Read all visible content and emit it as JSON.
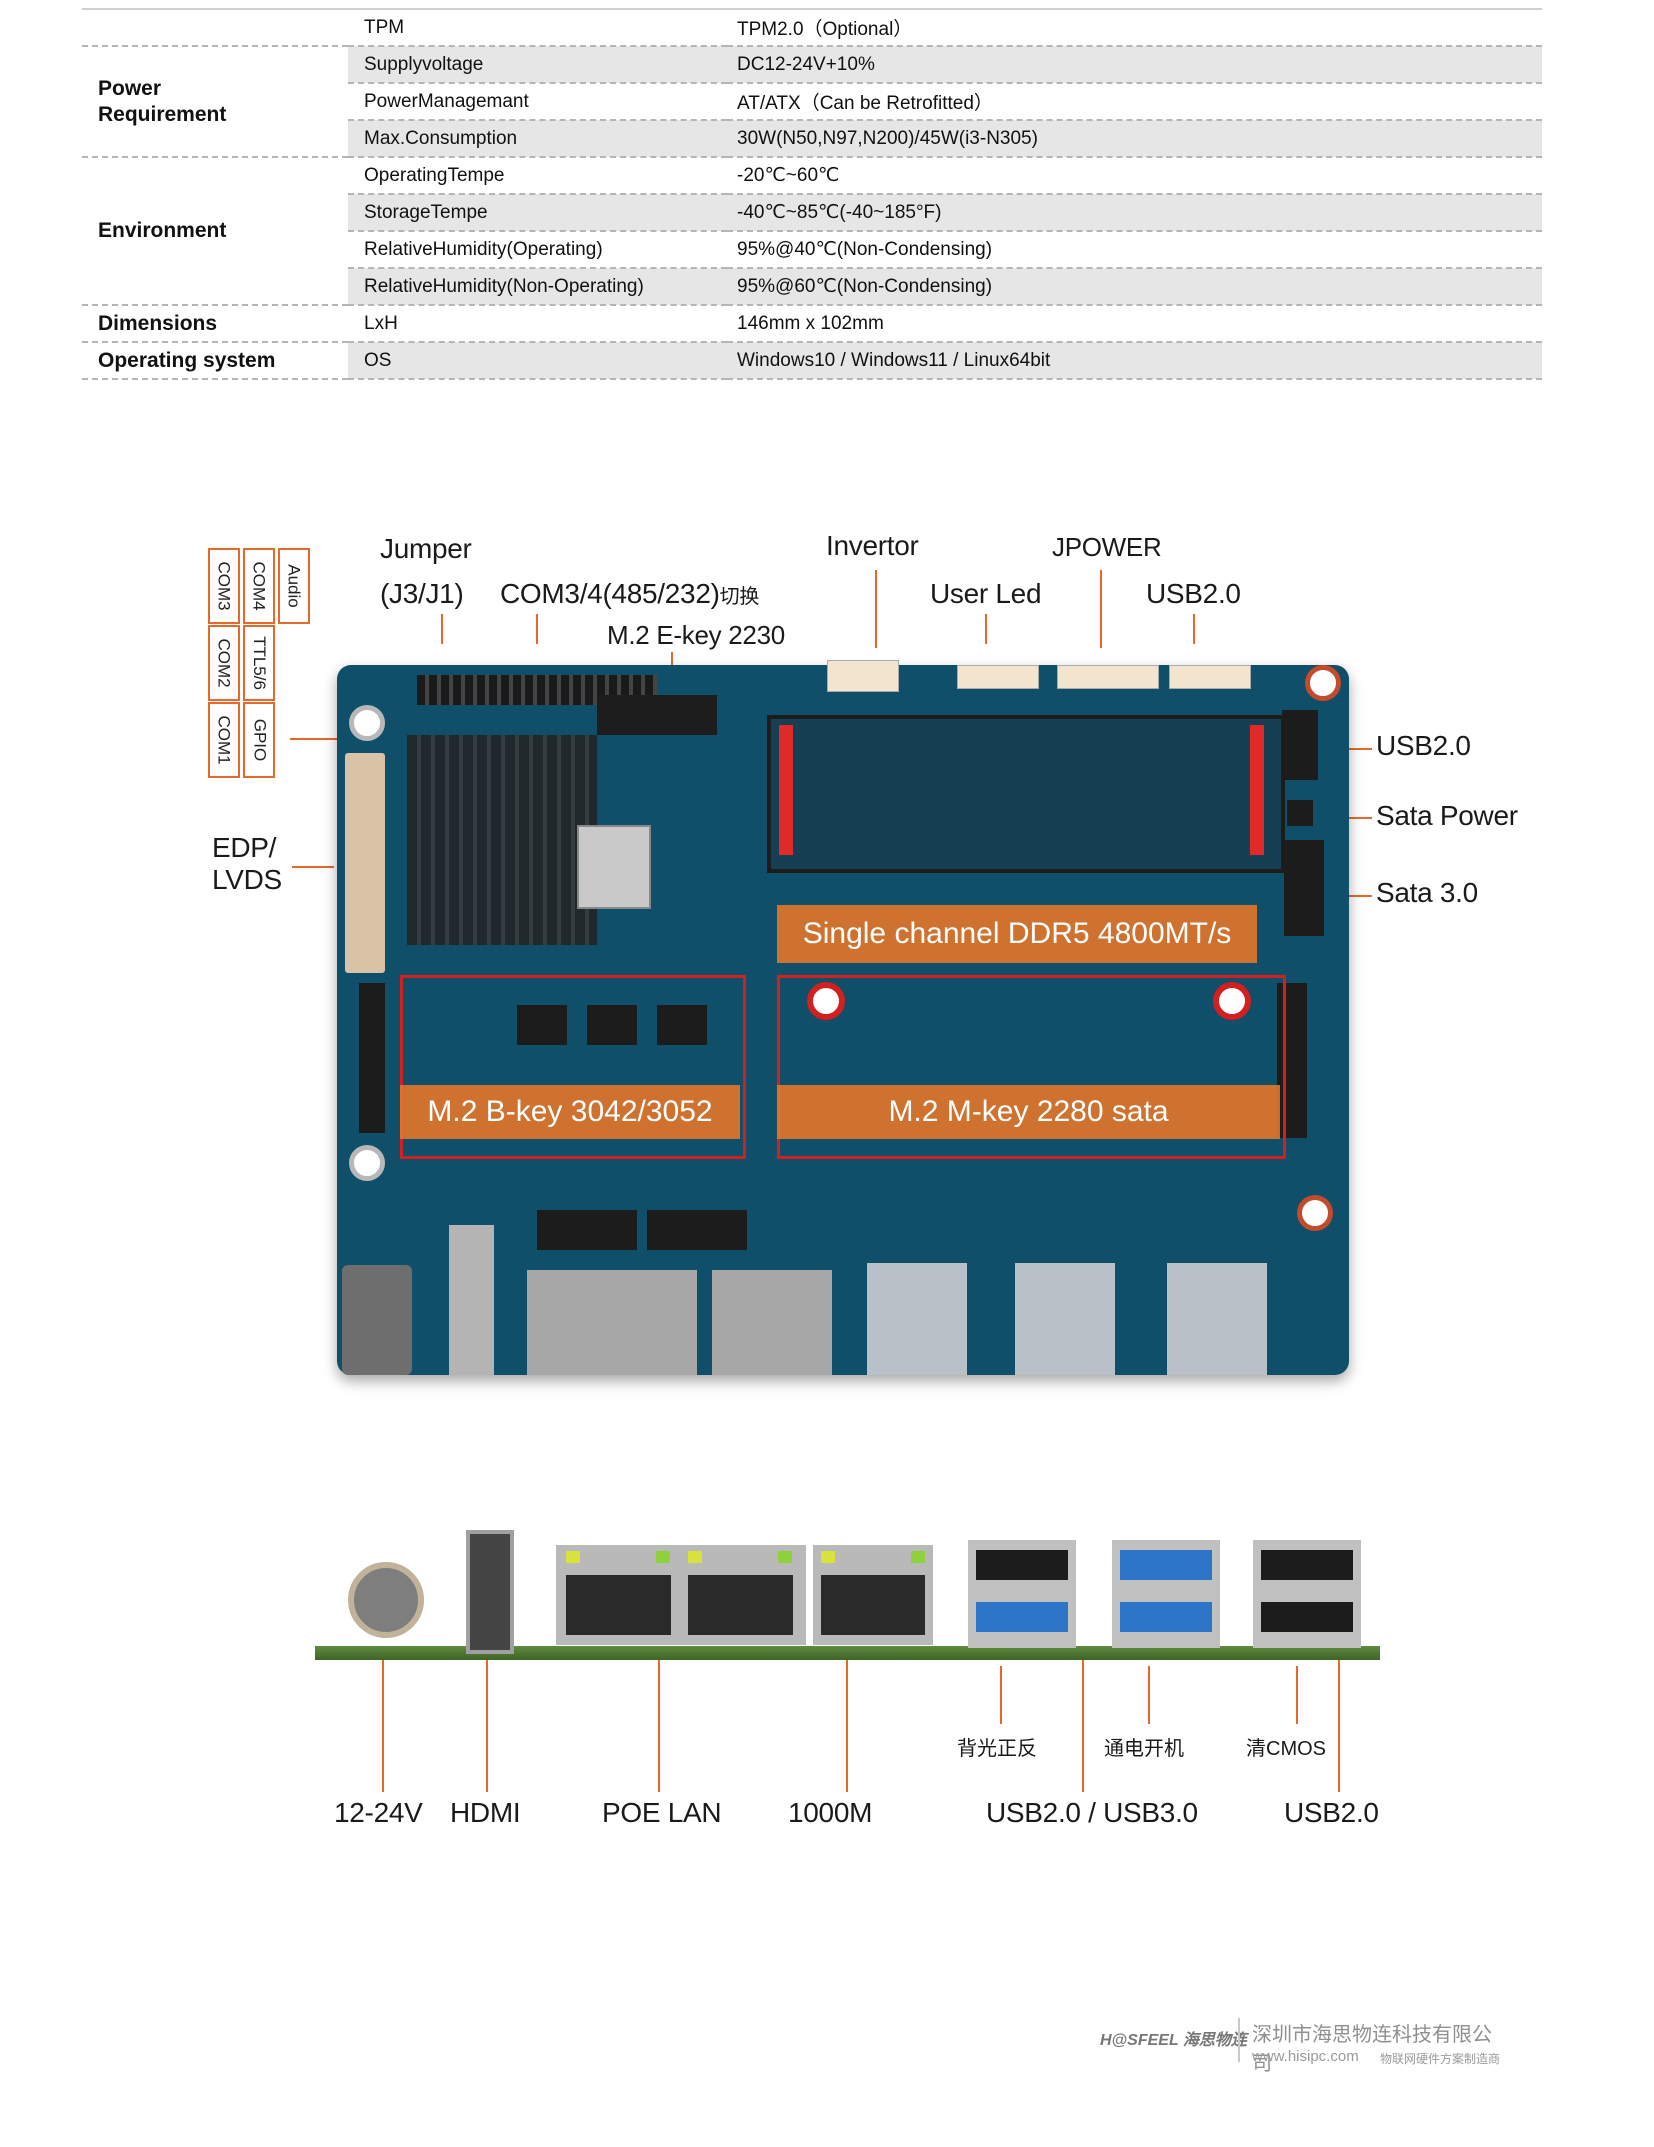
{
  "spec_rows": [
    {
      "category": "",
      "label": "TPM",
      "value": "TPM2.0（Optional）",
      "alt": false
    },
    {
      "category": "Power\nRequirement",
      "label": "Supplyvoltage",
      "value": "DC12-24V+10%",
      "alt": true,
      "span": 3
    },
    {
      "category": null,
      "label": "PowerManagemant",
      "value": "AT/ATX（Can be Retrofitted）",
      "alt": false
    },
    {
      "category": null,
      "label": "Max.Consumption",
      "value": "30W(N50,N97,N200)/45W(i3-N305)",
      "alt": true
    },
    {
      "category": "Environment",
      "label": "OperatingTempe",
      "value": "-20℃~60℃",
      "alt": false,
      "span": 4
    },
    {
      "category": null,
      "label": "StorageTempe",
      "value": "-40℃~85℃(-40~185°F)",
      "alt": true
    },
    {
      "category": null,
      "label": "RelativeHumidity(Operating)",
      "value": "95%@40℃(Non-Condensing)",
      "alt": false
    },
    {
      "category": null,
      "label": "RelativeHumidity(Non-Operating)",
      "value": "95%@60℃(Non-Condensing)",
      "alt": true
    },
    {
      "category": "Dimensions",
      "label": "LxH",
      "value": "146mm x 102mm",
      "alt": false,
      "span": 1
    },
    {
      "category": "Operating system",
      "label": "OS",
      "value": "Windows10 / Windows11 / Linux64bit",
      "alt": true,
      "span": 1
    }
  ],
  "board_labels": {
    "jumper": "Jumper",
    "jumper_ids": "(J3/J1)",
    "com34": "COM3/4(485/232)",
    "com34_suffix": "切换",
    "m2_ekey": "M.2 E-key 2230",
    "invertor": "Invertor",
    "jpower": "JPOWER",
    "user_led": "User Led",
    "usb20_top": "USB2.0",
    "usb20_right": "USB2.0",
    "sata_power": "Sata Power",
    "sata30": "Sata 3.0",
    "edp": "EDP/",
    "lvds": "LVDS",
    "ddr5": "Single channel DDR5 4800MT/s",
    "m2_bkey": "M.2 B-key 3042/3052",
    "m2_mkey": "M.2 M-key 2280 sata",
    "com_boxes": [
      "COM3",
      "COM4",
      "Audio",
      "COM2",
      "TTL5/6",
      "COM1",
      "GPIO"
    ]
  },
  "io_labels": {
    "power": "12-24V",
    "hdmi": "HDMI",
    "poe_lan": "POE LAN",
    "lan1000": "1000M",
    "usb23": "USB2.0 / USB3.0",
    "usb20": "USB2.0",
    "backlight": "背光正反",
    "power_on": "通电开机",
    "clear_cmos": "清CMOS"
  },
  "footer": {
    "brand": "H@SFEEL 海思物连",
    "company": "深圳市海思物连科技有限公司",
    "url": "www.hisipc.com",
    "slogan": "物联网硬件方案制造商"
  },
  "colors": {
    "accent": "#e46a2c",
    "board": "#0f4f69",
    "frame": "#d21f1f"
  }
}
